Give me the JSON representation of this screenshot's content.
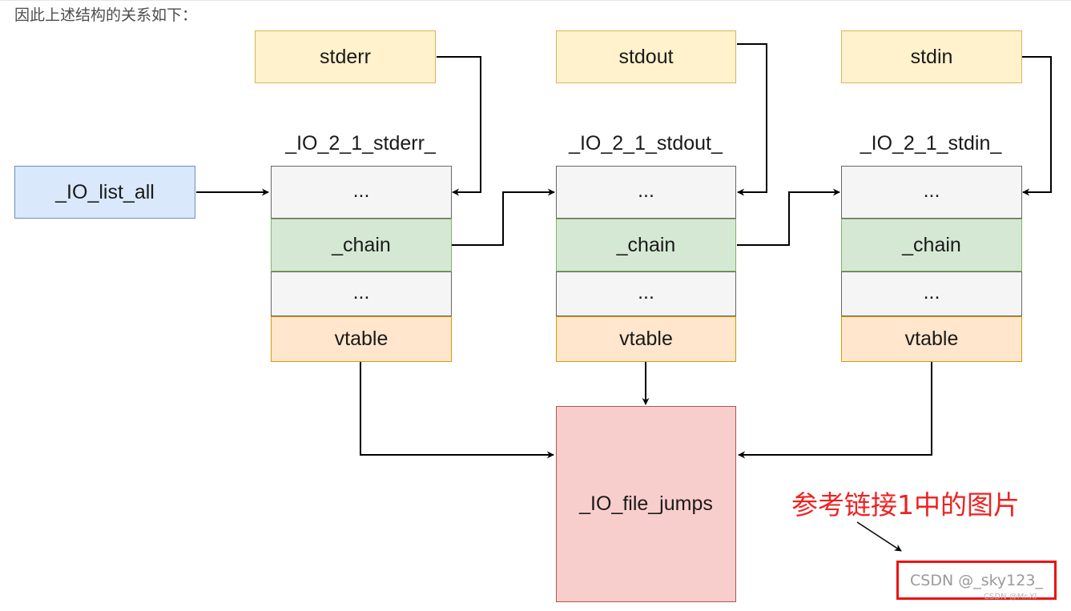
{
  "intro_text": "因此上述结构的关系如下：",
  "streams": {
    "stderr": "stderr",
    "stdout": "stdout",
    "stdin": "stdin"
  },
  "list_head": "_IO_list_all",
  "structs": [
    {
      "title": "_IO_2_1_stderr_",
      "fields": [
        "...",
        "_chain",
        "...",
        "vtable"
      ]
    },
    {
      "title": "_IO_2_1_stdout_",
      "fields": [
        "...",
        "_chain",
        "...",
        "vtable"
      ]
    },
    {
      "title": "_IO_2_1_stdin_",
      "fields": [
        "...",
        "_chain",
        "...",
        "vtable"
      ]
    }
  ],
  "jump_table": "_IO_file_jumps",
  "annotation": "参考链接1中的图片",
  "watermark": "CSDN @_sky123_",
  "watermark_small": "CSDN @Mr.Xl",
  "colors": {
    "stream_fill": "#fff2cc",
    "list_head_fill": "#dae8fc",
    "field_fill": "#f5f5f5",
    "chain_fill": "#d5e8d4",
    "vtable_fill": "#ffe6cc",
    "jumps_fill": "#f8cecc",
    "annotation": "#ee2222"
  }
}
